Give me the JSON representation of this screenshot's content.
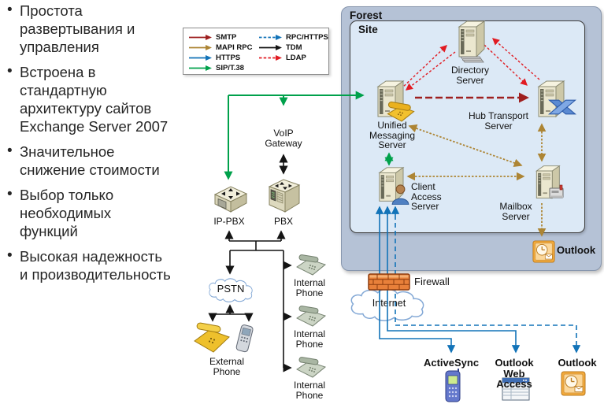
{
  "bullets": [
    {
      "lines": [
        "Простота",
        "развертывания и",
        "управления"
      ]
    },
    {
      "lines": [
        "Встроена в",
        "стандартную",
        "архитектуру сайтов",
        "Exchange Server 2007"
      ]
    },
    {
      "lines": [
        "Значительное",
        "снижение стоимости"
      ]
    },
    {
      "lines": [
        "Выбор только",
        "необходимых",
        "функций"
      ]
    },
    {
      "lines": [
        "Высокая надежность",
        "и производительность"
      ]
    }
  ],
  "legend": {
    "items": [
      {
        "label": "SMTP",
        "color": "#9e1f1f",
        "style": "solid"
      },
      {
        "label": "MAPI RPC",
        "color": "#ad8534",
        "style": "solid"
      },
      {
        "label": "HTTPS",
        "color": "#1273b8",
        "style": "solid"
      },
      {
        "label": "SIP/T.38",
        "color": "#00a14b",
        "style": "solid"
      },
      {
        "label": "RPC/HTTPS",
        "color": "#1273b8",
        "style": "dashed"
      },
      {
        "label": "TDM",
        "color": "#141414",
        "style": "solid"
      },
      {
        "label": "LDAP",
        "color": "#e11b22",
        "style": "dashed"
      }
    ]
  },
  "diagram": {
    "forest_label": "Forest",
    "site_label": "Site",
    "nodes": {
      "directory": "Directory Server",
      "unified_messaging": "Unified Messaging Server",
      "hub_transport": "Hub Transport Server",
      "client_access": "Client Access Server",
      "mailbox": "Mailbox Server",
      "outlook_forest": "Outlook",
      "voip_gateway": "VoIP Gateway",
      "ip_pbx": "IP-PBX",
      "pbx": "PBX",
      "pstn": "PSTN",
      "external_phone": "External Phone",
      "internal_phones": [
        "Internal Phone",
        "Internal Phone",
        "Internal Phone"
      ],
      "firewall": "Firewall",
      "internet": "Internet",
      "activesync": "ActiveSync",
      "outlook_web_access": "Outlook Web Access",
      "outlook": "Outlook"
    }
  },
  "colors": {
    "smtp": "#9e1f1f",
    "mapi_rpc": "#ad8534",
    "https": "#1273b8",
    "sip": "#00a14b",
    "rpc_https": "#1273b8",
    "tdm": "#141414",
    "ldap": "#e11b22",
    "forest_fill": "#b5c2d6",
    "site_fill": "#dce9f6"
  }
}
